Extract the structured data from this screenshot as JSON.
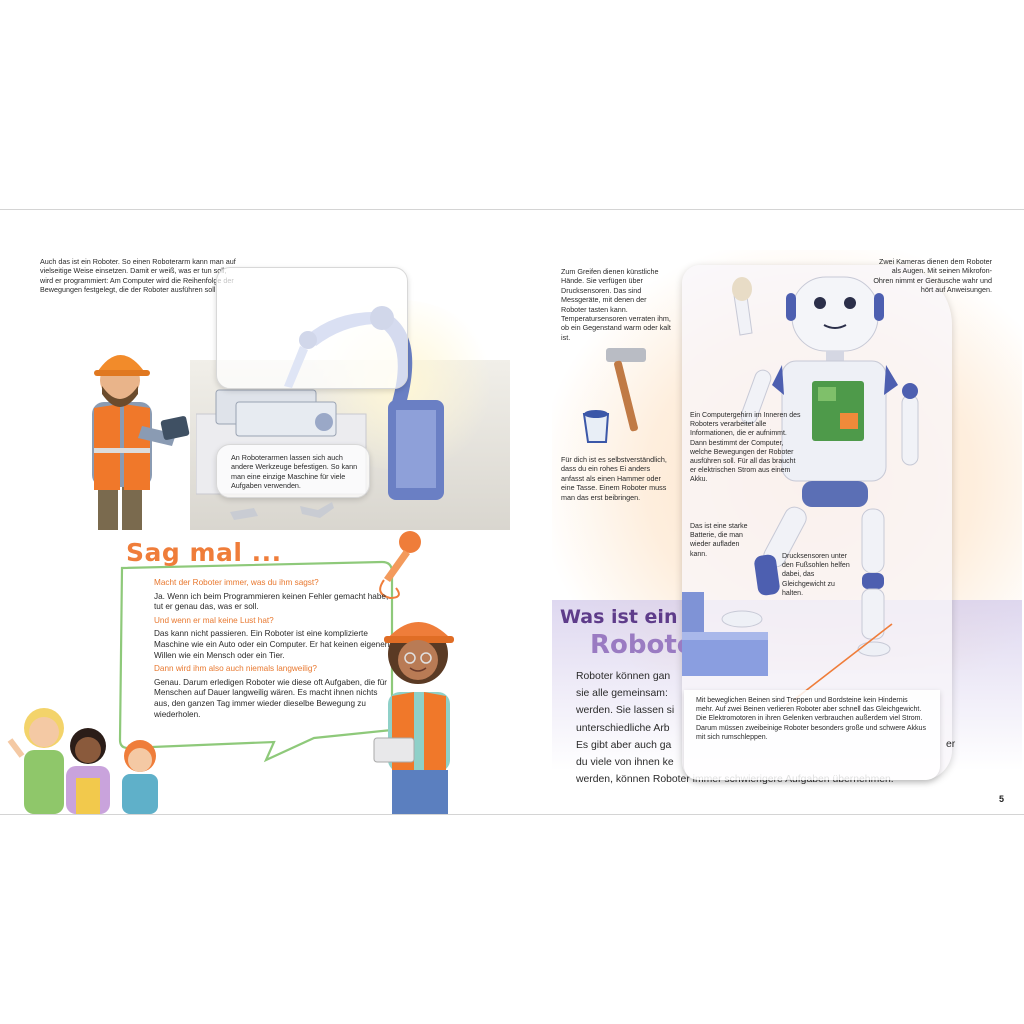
{
  "left": {
    "intro": "Auch das ist ein Roboter. So einen Roboterarm kann man auf vielseitige Weise einsetzen. Damit er weiß, was er tun soll, wird er programmiert: Am Computer wird die Reihenfolge der Bewegungen festgelegt, die der Roboter ausführen soll.",
    "arm_caption": "An Roboterarmen lassen sich auch andere Werkzeuge befestigen. So kann man eine einzige Maschine für viele Aufgaben verwenden.",
    "sagmal": {
      "title": "Sag mal ...",
      "qa": [
        {
          "q": "Macht der Roboter immer, was du ihm sagst?",
          "a": "Ja. Wenn ich beim Programmieren keinen Fehler gemacht habe, tut er genau das, was er soll."
        },
        {
          "q": "Und wenn er mal keine Lust hat?",
          "a": "Das kann nicht passieren. Ein Roboter ist eine komplizierte Maschine wie ein Auto oder ein Computer. Er hat keinen eigenen Willen wie ein Mensch oder ein Tier."
        },
        {
          "q": "Dann wird ihm also auch niemals langweilig?",
          "a": "Genau. Darum erledigen Roboter wie diese oft Aufgaben, die für Menschen auf Dauer langweilig wären. Es macht ihnen nichts aus, den ganzen Tag immer wieder dieselbe Bewegung zu wiederholen."
        }
      ]
    }
  },
  "right": {
    "grip": "Zum Greifen dienen künstliche Hände. Sie verfügen über Drucksensoren. Das sind Messgeräte, mit denen der Roboter tasten kann. Temperatursensoren verraten ihm, ob ein Gegenstand warm oder kalt ist.",
    "egg": "Für dich ist es selbstverständlich, dass du ein rohes Ei anders anfasst als einen Hammer oder eine Tasse. Einem Roboter muss man das erst beibringen.",
    "cameras": "Zwei Kameras dienen dem Roboter als Augen. Mit seinen Mikrofon-Ohren nimmt er Geräusche wahr und hört auf Anweisungen.",
    "brain": "Ein Computergehirn im Inneren des Roboters verarbeitet alle Informationen, die er aufnimmt. Dann bestimmt der Computer, welche Bewegungen der Roboter ausführen soll. Für all das braucht er elektrischen Strom aus einem Akku.",
    "battery": "Das ist eine starke Batterie, die man wieder aufladen kann.",
    "pressure": "Drucksensoren unter den Fußsohlen helfen dabei, das Gleichgewicht zu halten.",
    "legs": "Mit beweglichen Beinen sind Treppen und Bordsteine kein Hindernis mehr. Auf zwei Beinen verlieren Roboter aber schnell das Gleichgewicht. Die Elektromotoren in ihren Gelenken verbrauchen außerdem viel Strom. Darum müssen zweibeinige Roboter besonders große und schwere Akkus mit sich rumschleppen.",
    "title_line1": "Was ist ein",
    "title_line2": "Robote",
    "body_lines": [
      "Roboter können gan",
      "sie alle gemeinsam:",
      "werden. Sie lassen si",
      "unterschiedliche Arb",
      "Es gibt aber auch ga",
      "du viele von ihnen ke",
      "werden, können Roboter immer schwierigere Aufgaben übernehmen."
    ],
    "body_tail": "er",
    "page_number": "5"
  },
  "colors": {
    "orange": "#ef7d3a",
    "purple": "#5e3c8a",
    "lilac": "#9a7bc2",
    "green": "#8ec97a",
    "robot_blue": "#5b6fb5"
  }
}
